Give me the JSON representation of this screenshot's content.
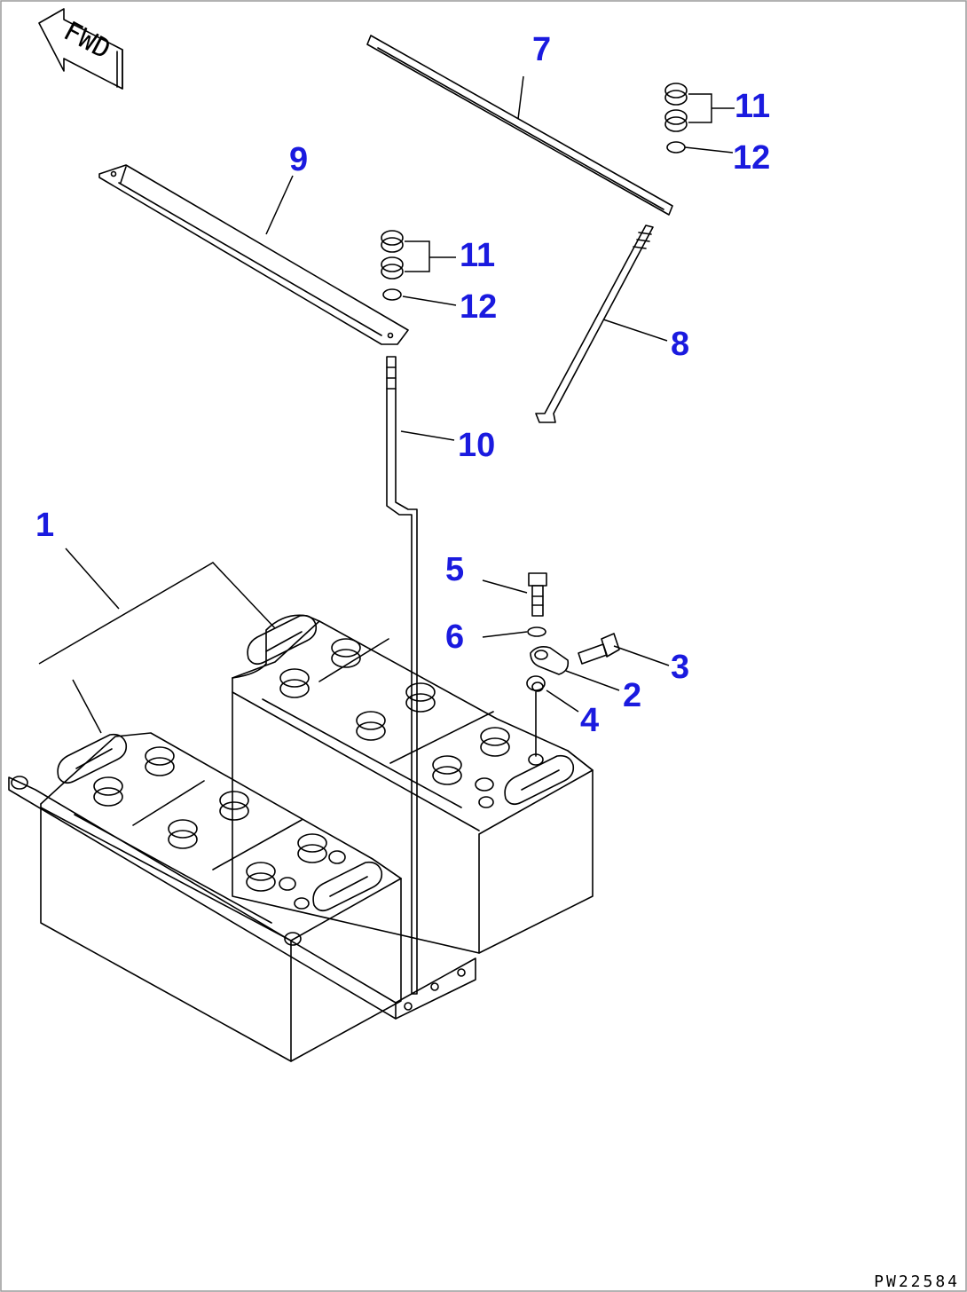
{
  "diagram": {
    "fwd_label": "FWD",
    "drawing_code": "PW22584",
    "callouts": [
      "1",
      "2",
      "3",
      "4",
      "5",
      "6",
      "7",
      "8",
      "9",
      "10",
      "11",
      "11",
      "12",
      "12"
    ]
  }
}
